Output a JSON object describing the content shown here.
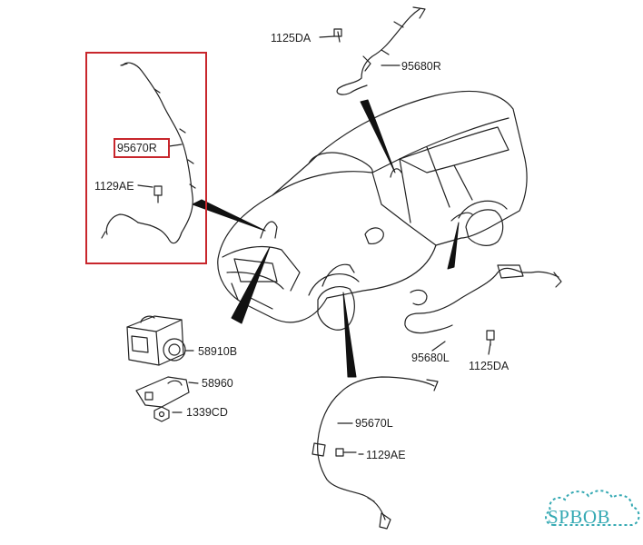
{
  "labels": {
    "bolt_rear_right": "1125DA",
    "sensor_rear_right": "95680R",
    "sensor_front_right": "95670R",
    "bolt_front_right": "1129AE",
    "abs_module": "58910B",
    "bracket": "58960",
    "nut": "1339CD",
    "sensor_rear_left": "95680L",
    "bolt_rear_left": "1125DA",
    "sensor_front_left": "95670L",
    "bolt_front_left": "1129AE"
  },
  "watermark": {
    "text": "SPBOB"
  },
  "colors": {
    "highlight": "#c8262c",
    "line": "#222222",
    "watermark": "#35a9b3"
  }
}
